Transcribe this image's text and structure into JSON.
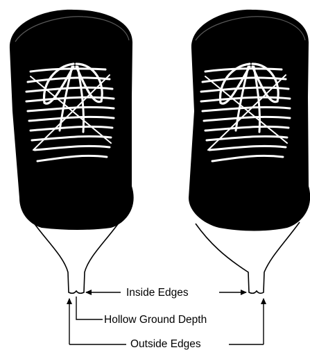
{
  "labels": {
    "inside_edges": "Inside Edges",
    "hollow_ground_depth": "Hollow Ground Depth",
    "outside_edges": "Outside Edges"
  },
  "colors": {
    "boot": "#000000",
    "laces": "#ffffff",
    "background": "#ffffff",
    "lines": "#000000"
  },
  "figures": [
    {
      "name": "left-skate-boot"
    },
    {
      "name": "right-skate-boot"
    }
  ]
}
